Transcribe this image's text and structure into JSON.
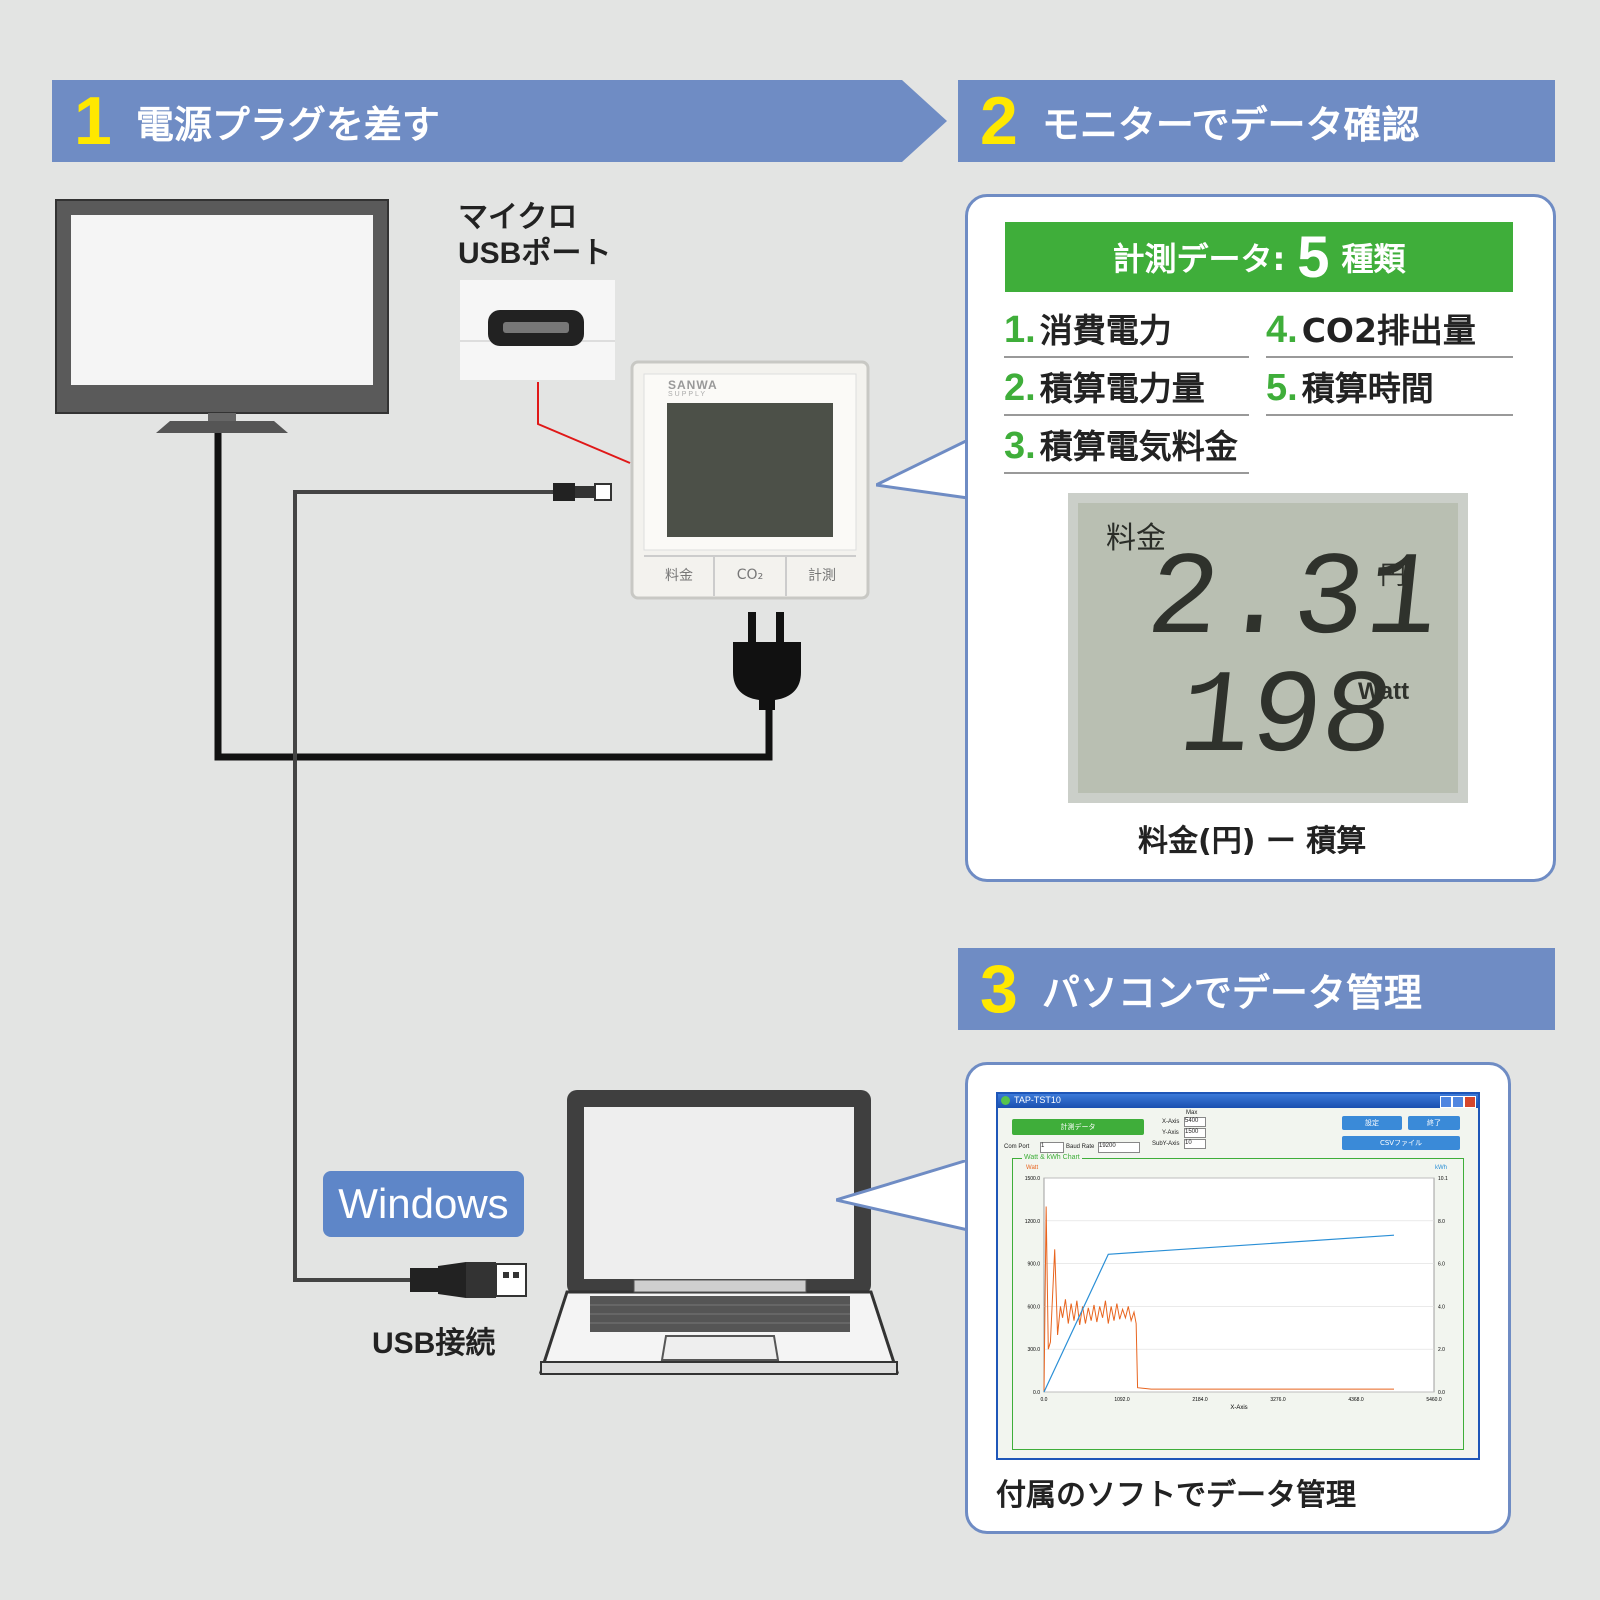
{
  "steps": [
    {
      "num": "1",
      "title": "電源プラグを差す"
    },
    {
      "num": "2",
      "title": "モニターでデータ確認"
    },
    {
      "num": "3",
      "title": "パソコンでデータ管理"
    }
  ],
  "usb_port_label_line1": "マイクロ",
  "usb_port_label_line2": "USBポート",
  "usb_connection_label": "USB接続",
  "os_badge": "Windows",
  "meter": {
    "brand": "SANWA",
    "brand_sub": "SUPPLY",
    "buttons": [
      "料金",
      "CO₂",
      "計測"
    ]
  },
  "data_panel": {
    "header_prefix": "計測データ:",
    "header_count": "5",
    "header_suffix": "種類",
    "items": [
      {
        "n": "1.",
        "label": "消費電力"
      },
      {
        "n": "2.",
        "label": "積算電力量"
      },
      {
        "n": "3.",
        "label": "積算電気料金"
      },
      {
        "n": "4.",
        "label": "CO2排出量"
      },
      {
        "n": "5.",
        "label": "積算時間"
      }
    ],
    "lcd": {
      "mode": "料金",
      "value1": "2.31",
      "unit1": "円",
      "value2": "198",
      "unit2": "Watt"
    },
    "caption": "料金(円) ー 積算"
  },
  "software": {
    "window_title": "TAP-TST10",
    "btn_measure": "計測データ",
    "btn_settings": "設定",
    "btn_exit": "終了",
    "btn_csv": "CSVファイル",
    "com_port_label": "Com Port",
    "com_port_value": "1",
    "baud_label": "Baud Rate",
    "baud_value": "19200",
    "max_label": "Max",
    "x_axis_label": "X-Axis",
    "x_axis_value": "5400",
    "y_axis_label": "Y-Axis",
    "y_axis_value": "1500",
    "sub_y_label": "SubY-Axis",
    "sub_y_value": "10",
    "chart_title": "Watt & kWh Chart",
    "left_unit": "Watt",
    "right_unit": "kWh",
    "y_ticks_left": [
      "1500.0",
      "1200.0",
      "900.0",
      "600.0",
      "300.0",
      "0.0"
    ],
    "y_ticks_right": [
      "10.1",
      "8.0",
      "6.0",
      "4.0",
      "2.0",
      "0.0"
    ],
    "x_ticks": [
      "0.0",
      "1092.0",
      "2184.0",
      "3276.0",
      "4368.0",
      "5460.0"
    ],
    "x_axis_title": "X-Axis",
    "caption": "付属のソフトでデータ管理"
  },
  "colors": {
    "banner": "#6f8cc4",
    "step_num": "#ffe800",
    "green": "#3fae3a",
    "watt_line": "#e8641e",
    "kwh_line": "#2a8fd6",
    "badge": "#5e86c8"
  }
}
